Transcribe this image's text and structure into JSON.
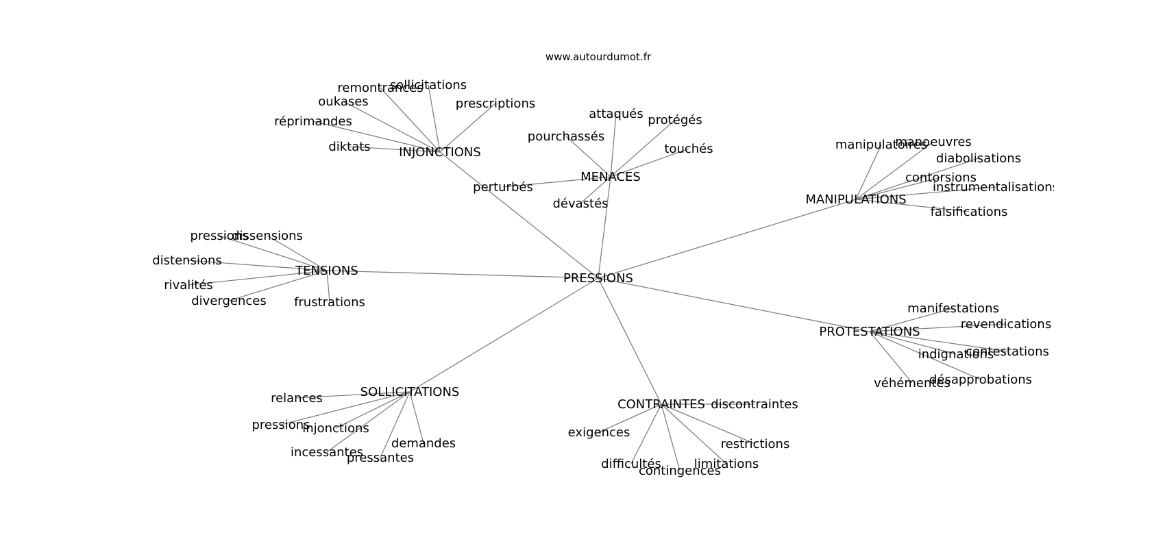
{
  "site": "www.autourdumot.fr",
  "diagram": {
    "center": "PRESSIONS",
    "groups": [
      {
        "name": "INJONCTIONS",
        "leaves": [
          "remontrances",
          "sollicitations",
          "oukases",
          "prescriptions",
          "réprimandes",
          "diktats"
        ]
      },
      {
        "name": "MENACES",
        "leaves": [
          "attaqués",
          "protégés",
          "pourchassés",
          "touchés",
          "perturbés",
          "dévastés"
        ]
      },
      {
        "name": "MANIPULATIONS",
        "leaves": [
          "manipulatoires",
          "manoeuvres",
          "diabolisations",
          "contorsions",
          "instrumentalisations",
          "falsifications"
        ]
      },
      {
        "name": "TENSIONS",
        "leaves": [
          "pressions",
          "dissensions",
          "distensions",
          "rivalités",
          "divergences",
          "frustrations"
        ]
      },
      {
        "name": "PROTESTATIONS",
        "leaves": [
          "manifestations",
          "revendications",
          "indignations",
          "contestations",
          "désapprobations",
          "véhémentes"
        ]
      },
      {
        "name": "SOLLICITATIONS",
        "leaves": [
          "relances",
          "pressions",
          "injonctions",
          "demandes",
          "incessantes",
          "pressantes"
        ]
      },
      {
        "name": "CONTRAINTES",
        "leaves": [
          "discontraintes",
          "exigences",
          "restrictions",
          "difficultés",
          "limitations",
          "contingences"
        ]
      }
    ]
  }
}
